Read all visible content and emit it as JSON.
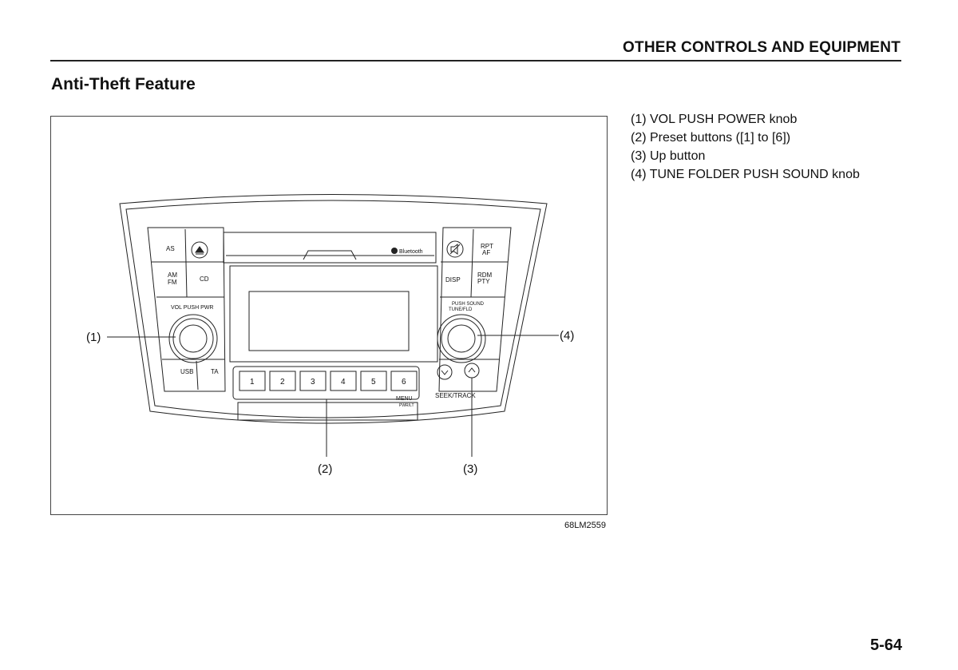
{
  "header": {
    "section": "OTHER CONTROLS AND EQUIPMENT"
  },
  "title": "Anti-Theft Feature",
  "figure": {
    "code": "68LM2559",
    "callouts": [
      "(1)",
      "(2)",
      "(3)",
      "(4)"
    ],
    "radio_labels": {
      "as": "AS",
      "am_fm": [
        "AM",
        "FM"
      ],
      "cd": "CD",
      "vol_pwr": "VOL PUSH PWR",
      "usb": "USB",
      "ta": "TA",
      "bluetooth": "Bluetooth",
      "rpt_af": [
        "RPT",
        "AF"
      ],
      "disp": "DISP",
      "rdm_pty": [
        "RDM",
        "PTY"
      ],
      "tune_sound": [
        "PUSH SOUND",
        "TUNE/FLD"
      ],
      "presets": [
        "1",
        "2",
        "3",
        "4",
        "5",
        "6"
      ],
      "menu": "MENU",
      "pwr_lt": "PWR/LT",
      "seek_track": "SEEK/TRACK"
    }
  },
  "legend": [
    "(1) VOL PUSH POWER knob",
    "(2) Preset buttons ([1] to [6])",
    "(3) Up button",
    "(4) TUNE FOLDER PUSH SOUND knob"
  ],
  "page_number": "5-64"
}
